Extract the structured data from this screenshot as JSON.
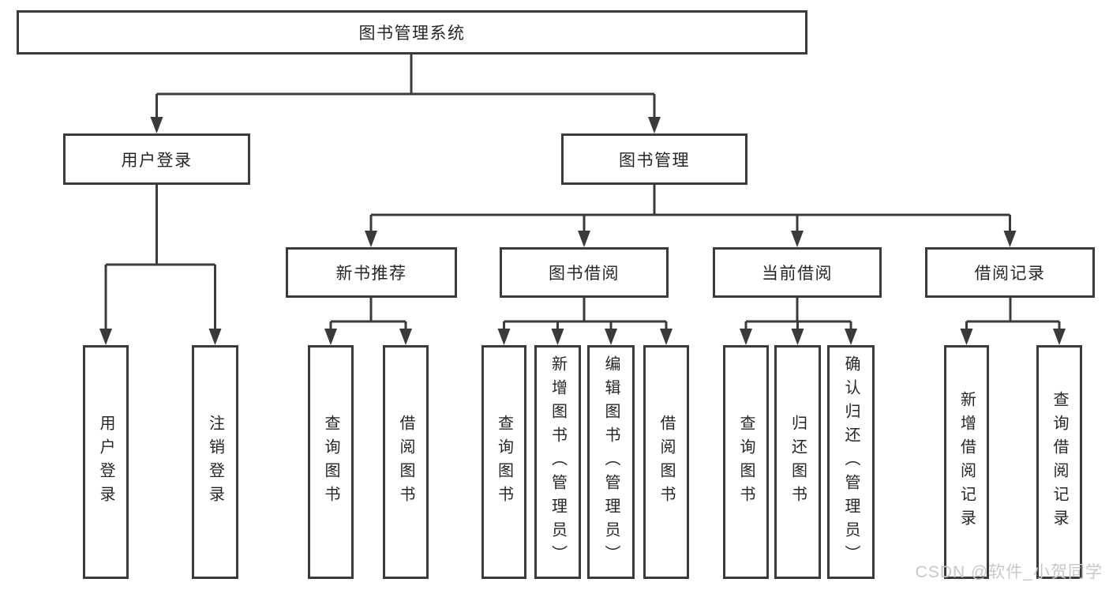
{
  "root": {
    "label": "图书管理系统"
  },
  "branches": [
    {
      "label": "用户登录",
      "children": [
        {
          "label": "用户登录"
        },
        {
          "label": "注销登录"
        }
      ]
    },
    {
      "label": "图书管理",
      "children": [
        {
          "label": "新书推荐",
          "children": [
            {
              "label": "查询图书"
            },
            {
              "label": "借阅图书"
            }
          ]
        },
        {
          "label": "图书借阅",
          "children": [
            {
              "label": "查询图书"
            },
            {
              "label": "新增图书（管理员）"
            },
            {
              "label": "编辑图书（管理员）"
            },
            {
              "label": "借阅图书"
            }
          ]
        },
        {
          "label": "当前借阅",
          "children": [
            {
              "label": "查询图书"
            },
            {
              "label": "归还图书"
            },
            {
              "label": "确认归还（管理员）"
            }
          ]
        },
        {
          "label": "借阅记录",
          "children": [
            {
              "label": "新增借阅记录"
            },
            {
              "label": "查询借阅记录"
            }
          ]
        }
      ]
    }
  ],
  "watermark": "CSDN @软件_小贺同学",
  "colors": {
    "line": "#3a3a3a",
    "text": "#262626",
    "watermark": "#c8c8c8",
    "background": "#ffffff"
  }
}
